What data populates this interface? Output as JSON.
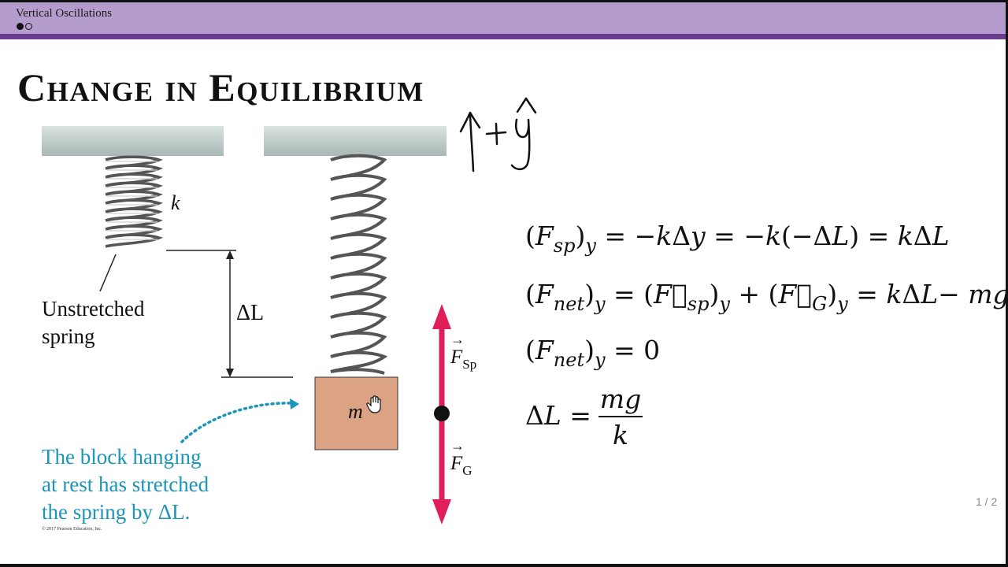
{
  "header": {
    "section_title": "Vertical Oscillations",
    "nav_dots": [
      "filled",
      "empty"
    ]
  },
  "slide": {
    "title": "Change in Equilibrium",
    "figure": {
      "spring_constant_label": "k",
      "unstretched_label_line1": "Unstretched",
      "unstretched_label_line2": "spring",
      "delta_l_label": "ΔL",
      "mass_label": "m",
      "caption_line1": "The block hanging",
      "caption_line2": "at rest has stretched",
      "caption_line3": "the spring by ΔL.",
      "copyright": "© 2017 Pearson Education, Inc.",
      "force_spring_label": "F",
      "force_spring_sub": "Sp",
      "force_gravity_label": "F",
      "force_gravity_sub": "G"
    },
    "equations": [
      "(F_sp)_y = −kΔy = −k(−ΔL) = kΔL",
      "(F_net)_y = (F_sp)_y + (F_G)_y = kΔL − mg",
      "(F_net)_y = 0",
      "ΔL = mg / k"
    ],
    "annotation": "↑ + ŷ"
  },
  "footer": {
    "page_indicator": "1 / 2"
  },
  "colors": {
    "header_bg": "#b49ccc",
    "header_line": "#6a3d8e",
    "force_arrow": "#e01e5a",
    "block": "#dba283",
    "caption": "#1b95b9"
  }
}
